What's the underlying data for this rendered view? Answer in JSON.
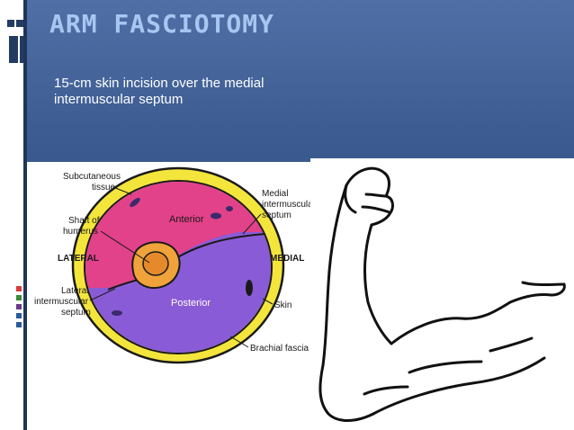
{
  "slide": {
    "title": "ARM FASCIOTOMY",
    "subtitle": "15-cm skin incision over the medial intermuscular septum"
  },
  "diagram": {
    "labels": {
      "subcutaneous_line1": "Subcutaneous",
      "subcutaneous_line2": "tissue",
      "shaft_line1": "Shaft of",
      "shaft_line2": "humerus",
      "lateral": "LATERAL",
      "lateral_septum_line1": "Lateral",
      "lateral_septum_line2": "intermuscular",
      "lateral_septum_line3": "septum",
      "anterior": "Anterior",
      "posterior": "Posterior",
      "medial_septum_line1": "Medial",
      "medial_septum_line2": "intermuscular",
      "medial_septum_line3": "septum",
      "medial": "MEDIAL",
      "skin": "Skin",
      "brachial_fascia": "Brachial fascia"
    },
    "colors": {
      "anterior": "#e24289",
      "posterior": "#8a5bd6",
      "subcutaneous": "#f4e53c",
      "bone": "#f0a33a",
      "outline": "#1a1a1a"
    }
  },
  "illustration": {
    "name": "flexed-arm-drawing"
  },
  "theme": {
    "background": "#3d5d92",
    "title_color": "#a8c6f0"
  }
}
